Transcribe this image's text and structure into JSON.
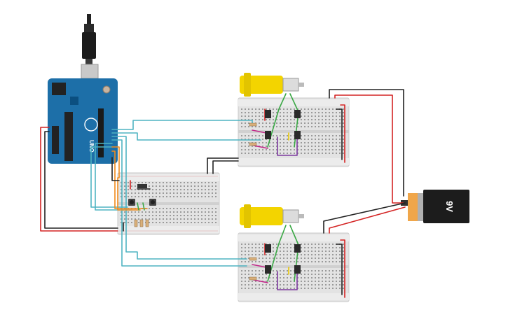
{
  "canvas": {
    "background": "#ffffff"
  },
  "arduino": {
    "brand_label": "UNO",
    "board_color": "#1d6fa8",
    "accent_color": "#0b4f80"
  },
  "battery": {
    "label": "9V",
    "body_color": "#1c1c1c",
    "cap_color": "#f0a64a"
  },
  "motors": [
    {
      "id": "motor-top",
      "color": "#f3d400"
    },
    {
      "id": "motor-bottom",
      "color": "#f3d400"
    }
  ],
  "wire_colors": {
    "red": "#d42323",
    "black": "#222222",
    "cyan": "#4fb4c2",
    "orange": "#f08a1c",
    "green": "#3aa845",
    "purple": "#7d3aa0",
    "magenta": "#c2298a",
    "yellow": "#e6c600"
  }
}
